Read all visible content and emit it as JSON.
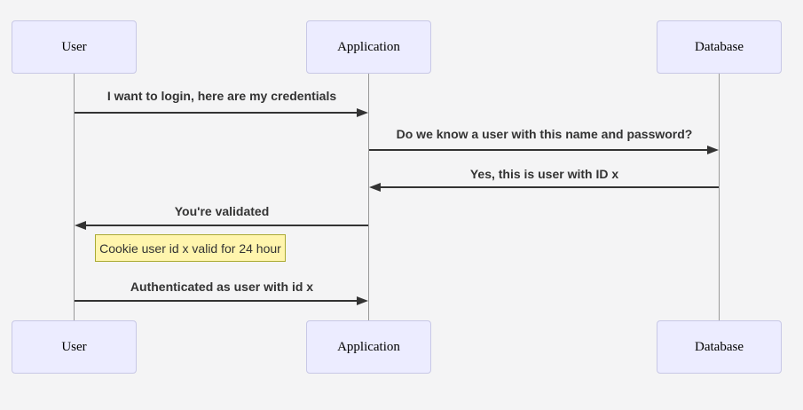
{
  "diagram": {
    "type": "sequence-diagram",
    "actors": [
      {
        "id": "user",
        "label": "User"
      },
      {
        "id": "application",
        "label": "Application"
      },
      {
        "id": "database",
        "label": "Database"
      }
    ],
    "messages": [
      {
        "from": "user",
        "to": "application",
        "text": "I want to login, here are my credentials"
      },
      {
        "from": "application",
        "to": "database",
        "text": "Do we know a user with this name and password?"
      },
      {
        "from": "database",
        "to": "application",
        "text": "Yes, this is user with ID x"
      },
      {
        "from": "application",
        "to": "user",
        "text": "You're validated"
      },
      {
        "from": "user",
        "to": "application",
        "text": "Authenticated as user with id x"
      }
    ],
    "note": {
      "attached_to": "user",
      "text": "Cookie user id x valid for 24 hour"
    },
    "colors": {
      "background": "#f4f4f5",
      "actor_fill": "#ECECFF",
      "actor_border": "#c8c8e6",
      "note_fill": "#fff5ad",
      "note_border": "#aaaa33",
      "message_text": "#333333",
      "arrow": "#333333",
      "lifeline": "#999999"
    }
  }
}
